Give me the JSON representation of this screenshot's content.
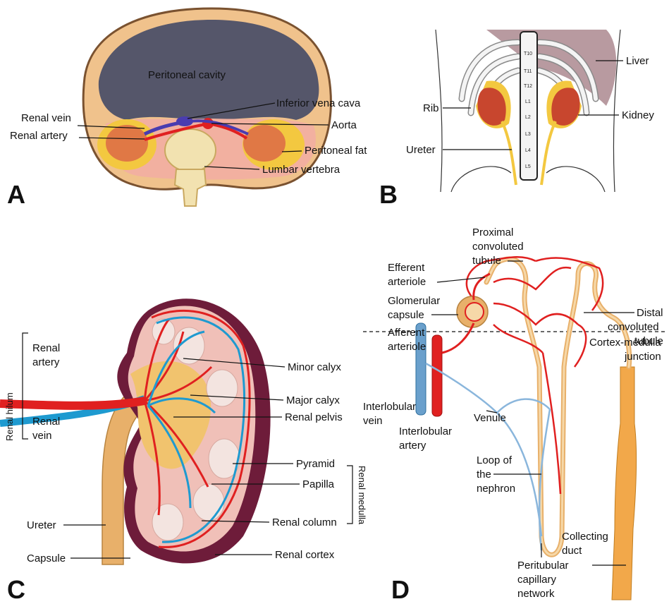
{
  "panels": {
    "a": {
      "letter": "A",
      "labels": {
        "peritoneal_cavity": "Peritoneal cavity",
        "renal_vein": "Renal vein",
        "renal_artery": "Renal artery",
        "inferior_vena_cava": "Inferior vena cava",
        "aorta": "Aorta",
        "peritoneal_fat": "Peritoneal fat",
        "lumbar_vertebra": "Lumbar vertebra"
      }
    },
    "b": {
      "letter": "B",
      "labels": {
        "liver": "Liver",
        "rib": "Rib",
        "kidney": "Kidney",
        "ureter": "Ureter"
      },
      "vertebrae": [
        "T10",
        "T11",
        "T12",
        "L1",
        "L2",
        "L3",
        "L4",
        "L5"
      ]
    },
    "c": {
      "letter": "C",
      "labels": {
        "renal_hilum": "Renal hilum",
        "renal_artery_1": "Renal",
        "renal_artery_2": "artery",
        "renal_vein_1": "Renal",
        "renal_vein_2": "vein",
        "minor_calyx": "Minor calyx",
        "major_calyx": "Major calyx",
        "renal_pelvis": "Renal pelvis",
        "pyramid": "Pyramid",
        "renal_medulla": "Renal medulla",
        "papilla": "Papilla",
        "renal_column": "Renal column",
        "ureter": "Ureter",
        "capsule": "Capsule",
        "renal_cortex": "Renal cortex"
      }
    },
    "d": {
      "letter": "D",
      "labels": {
        "proximal_1": "Proximal",
        "proximal_2": "convoluted",
        "proximal_3": "tubule",
        "efferent_1": "Efferent",
        "efferent_2": "arteriole",
        "glomerular_1": "Glomerular",
        "glomerular_2": "capsule",
        "distal_1": "Distal",
        "distal_2": "convoluted",
        "distal_3": "tubule",
        "afferent_1": "Afferent",
        "afferent_2": "arteriole",
        "cortex_medulla_1": "Cortex-medulla",
        "cortex_medulla_2": "junction",
        "interlobular_vein_1": "Interlobular",
        "interlobular_vein_2": "vein",
        "interlobular_artery_1": "Interlobular",
        "interlobular_artery_2": "artery",
        "venule": "Venule",
        "loop_1": "Loop of",
        "loop_2": "the",
        "loop_3": "nephron",
        "collecting_1": "Collecting",
        "collecting_2": "duct",
        "peritubular_1": "Peritubular",
        "peritubular_2": "capillary",
        "peritubular_3": "network"
      }
    }
  },
  "colors": {
    "artery": "#e02020",
    "vein": "#1e9ad0",
    "tubule": "#e8b06a",
    "kidney_tissue": "#f0c0b8",
    "capsule": "#6e1c3a",
    "peritoneal_cavity": "#55566a",
    "skin": "#f0c28c",
    "kidney_b": "#c8462e"
  }
}
